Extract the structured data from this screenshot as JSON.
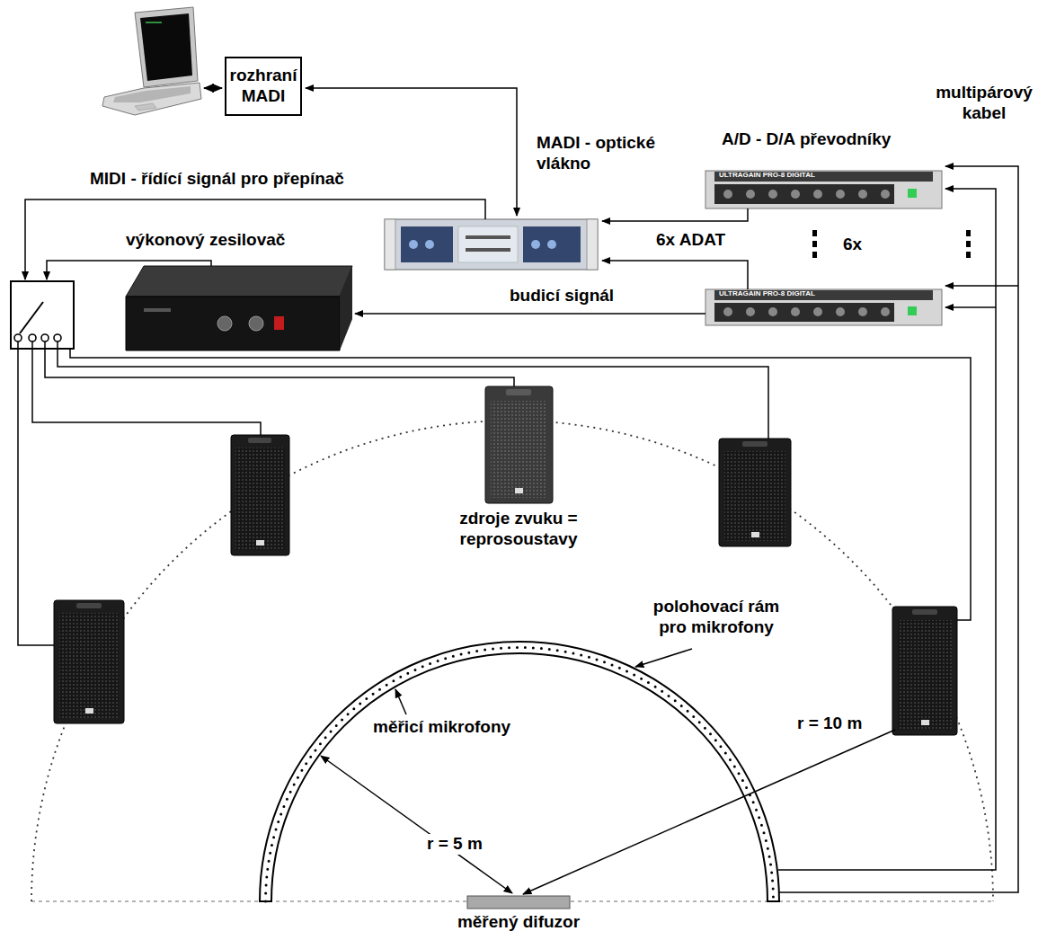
{
  "diagram": {
    "nodes": [
      {
        "text": [
          "rozhraní MADI"
        ]
      }
    ],
    "labels": [
      "multipárový kabel",
      "A/D - D/A převodníky",
      "MADI - optické vlákno",
      "MIDI - řídící signál pro přepínač",
      "ULTRAGAIN PRO-8 DIGITAL",
      "výkonový zesilovač",
      "6x ADAT",
      "6x",
      "ULTRAGAIN PRO-8 DIGITAL",
      "budicí signál",
      "zdroje zvuku = reprosoustavy",
      "polohovací rám pro mikrofony",
      "měřicí mikrofony",
      "r = 10 m",
      "r = 5 m",
      "měřený difuzor"
    ]
  }
}
